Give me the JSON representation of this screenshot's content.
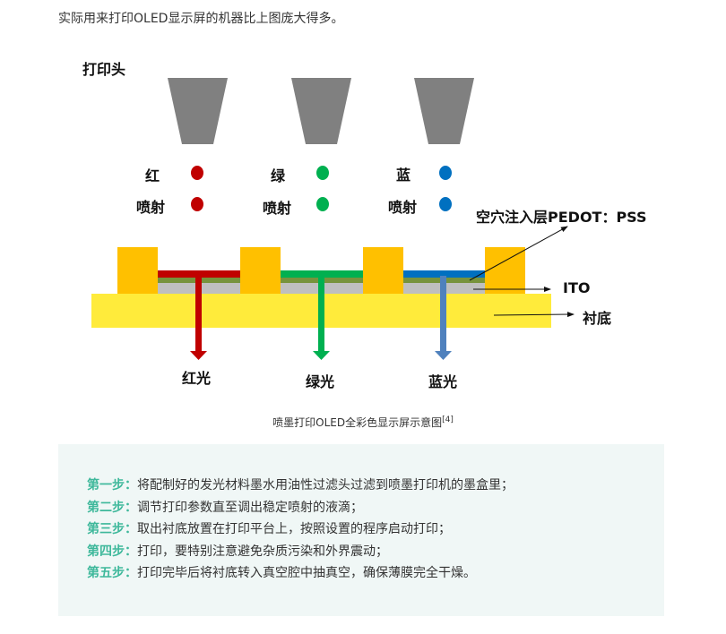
{
  "intro_text": "实际用来打印OLED显示屏的机器比上图庞大得多。",
  "figure": {
    "print_head_label": "打印头",
    "heads": [
      {
        "color_label": "红",
        "spray_label": "喷射",
        "color": "#c00000",
        "light_label": "红光"
      },
      {
        "color_label": "绿",
        "spray_label": "喷射",
        "color": "#00b050",
        "light_label": "绿光"
      },
      {
        "color_label": "蓝",
        "spray_label": "喷射",
        "color": "#0070c0",
        "light_label": "蓝光"
      }
    ],
    "layer_labels": {
      "hil": "空穴注入层PEDOT：PSS",
      "ito": "ITO",
      "substrate": "衬底"
    },
    "colors": {
      "nozzle": "#808080",
      "pillar": "#ffc000",
      "substrate": "#ffeb3b",
      "ito": "#bfbfbf",
      "pedot": "#77933c",
      "blue_stem": "#4f81bd"
    },
    "caption": "喷墨打印OLED全彩色显示屏示意图",
    "caption_ref": "[4]"
  },
  "steps": [
    {
      "name": "第一步：",
      "text": "将配制好的发光材料墨水用油性过滤头过滤到喷墨打印机的墨盒里；"
    },
    {
      "name": "第二步：",
      "text": "调节打印参数直至调出稳定喷射的液滴；"
    },
    {
      "name": "第三步：",
      "text": "取出衬底放置在打印平台上，按照设置的程序启动打印；"
    },
    {
      "name": "第四步：",
      "text": "打印，要特别注意避免杂质污染和外界震动；"
    },
    {
      "name": "第五步：",
      "text": "打印完毕后将衬底转入真空腔中抽真空，确保薄膜完全干燥。"
    }
  ]
}
